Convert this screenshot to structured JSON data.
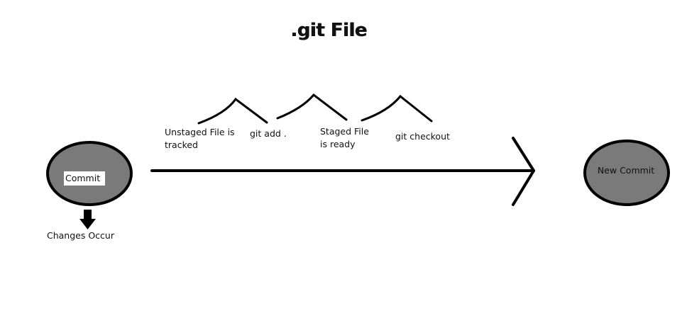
{
  "title": ".git File",
  "nodes": {
    "start_commit": "Commit",
    "new_commit": "New Commit"
  },
  "below_start": "Changes Occur",
  "stages": {
    "unstaged_line1": "Unstaged File is",
    "unstaged_line2": "tracked",
    "git_add": "git add .",
    "staged_line1": "Staged File",
    "staged_line2": "is ready",
    "git_checkout": "git checkout"
  },
  "colors": {
    "node_fill": "#7a7a7a",
    "stroke": "#000000",
    "background": "#ffffff"
  }
}
